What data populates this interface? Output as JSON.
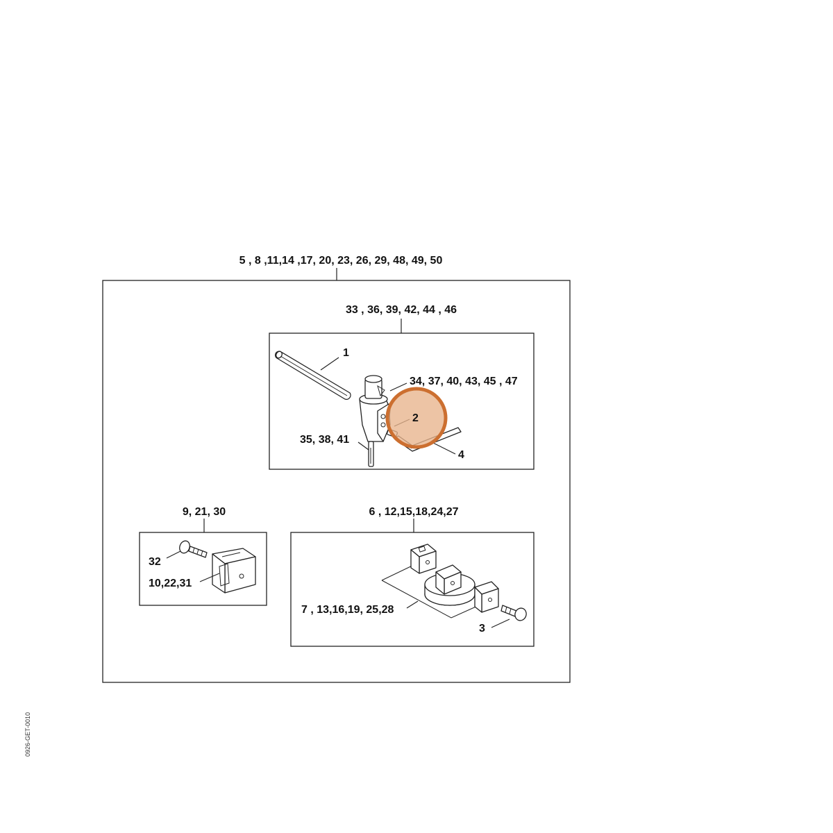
{
  "labels": {
    "outer": "5 , 8 ,11,14 ,17, 20, 23, 26, 29, 48, 49, 50",
    "upper": "33 , 36, 39, 42, 44 , 46",
    "part1": "1",
    "part34": "34, 37, 40, 43, 45 , 47",
    "part2": "2",
    "part35": "35, 38, 41",
    "part4": "4",
    "left": "9, 21, 30",
    "part32": "32",
    "part10": "10,22,31",
    "right": "6 , 12,15,18,24,27",
    "part7": "7 , 13,16,19, 25,28",
    "part3": "3"
  },
  "highlight": {
    "target": "2",
    "color": "#cc6f30",
    "fill": "#e8b48c"
  },
  "drawing_code": "0926-GET-0010"
}
